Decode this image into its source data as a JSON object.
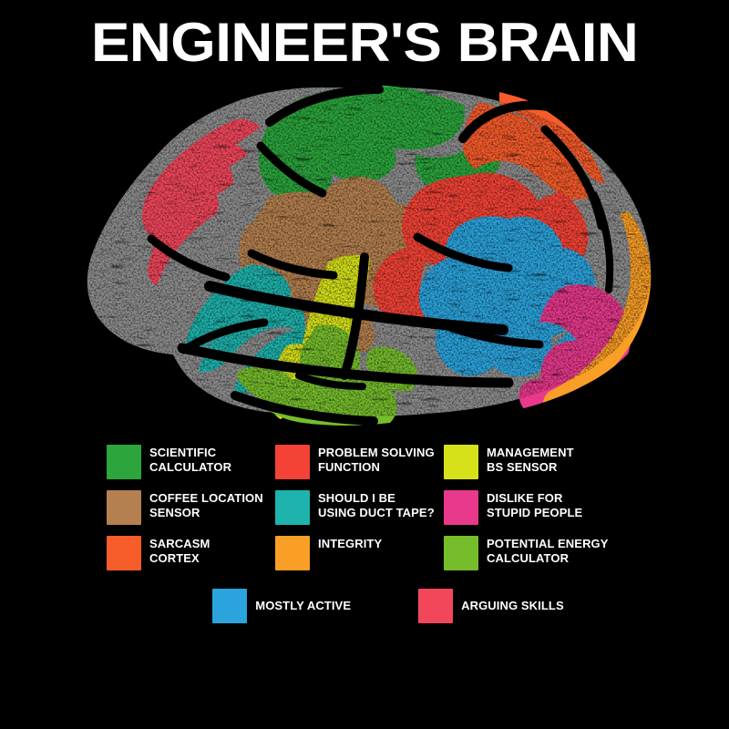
{
  "header": {
    "title": "ENGINEER'S BRAIN"
  },
  "colors": {
    "background": "#000000",
    "title": "#ffffff",
    "outline": "#000000",
    "inactive_gray": "#8c8c8c",
    "scientific_calculator_green": "#2BA53C",
    "problem_solving_red": "#F44336",
    "management_bs_yellow": "#D6E119",
    "coffee_brown": "#B5804F",
    "duct_tape_teal": "#1FB3AD",
    "dislike_pink": "#E8398C",
    "sarcasm_orange": "#F75C2B",
    "integrity_orange": "#F99E26",
    "potential_energy_green": "#76BD2C",
    "mostly_active_blue": "#2BA3DC",
    "arguing_skills_red": "#F2475B"
  },
  "brain": {
    "alt": "distressed illustration of a human brain in profile with colour-coded lobes",
    "regions": [
      {
        "name": "scientific-calculator",
        "color": "#2BA53C",
        "label": "SCIENTIFIC CALCULATOR",
        "location": "superior frontal / top"
      },
      {
        "name": "sarcasm-cortex",
        "color": "#F75C2B",
        "label": "SARCASM CORTEX",
        "location": "top posterior crown"
      },
      {
        "name": "problem-solving-function",
        "color": "#F44336",
        "label": "PROBLEM SOLVING FUNCTION",
        "location": "parietal"
      },
      {
        "name": "mostly-active",
        "color": "#2BA3DC",
        "label": "MOSTLY ACTIVE",
        "location": "occipital-parietal core"
      },
      {
        "name": "dislike-for-stupid-people",
        "color": "#E8398C",
        "label": "DISLIKE FOR STUPID PEOPLE",
        "location": "occipital"
      },
      {
        "name": "integrity",
        "color": "#F99E26",
        "label": "INTEGRITY",
        "location": "thin posterior rim"
      },
      {
        "name": "coffee-location-sensor",
        "color": "#B5804F",
        "label": "COFFEE LOCATION SENSOR",
        "location": "anterior frontal"
      },
      {
        "name": "arguing-skills",
        "color": "#F2475B",
        "label": "ARGUING SKILLS",
        "location": "anterior frontal pole strips"
      },
      {
        "name": "should-i-be-using-duct-tape",
        "color": "#1FB3AD",
        "label": "SHOULD I BE USING DUCT TAPE?",
        "location": "inferior frontal"
      },
      {
        "name": "management-bs-sensor",
        "color": "#D6E119",
        "label": "MANAGEMENT BS SENSOR",
        "location": "anterior temporal"
      },
      {
        "name": "potential-energy-calculator",
        "color": "#76BD2C",
        "label": "POTENTIAL ENERGY CALCULATOR",
        "location": "temporal lobe"
      },
      {
        "name": "inactive",
        "color": "#8c8c8c",
        "label": "",
        "location": "remaining gyri"
      }
    ]
  },
  "legend": {
    "rows": [
      [
        {
          "name": "scientific-calculator",
          "label": "SCIENTIFIC\nCALCULATOR",
          "color": "#2BA53C"
        },
        {
          "name": "problem-solving-function",
          "label": "PROBLEM SOLVING\nFUNCTION",
          "color": "#F44336"
        },
        {
          "name": "management-bs-sensor",
          "label": "MANAGEMENT\nBS SENSOR",
          "color": "#D6E119"
        }
      ],
      [
        {
          "name": "coffee-location-sensor",
          "label": "COFFEE LOCATION\nSENSOR",
          "color": "#B5804F"
        },
        {
          "name": "should-i-be-using-duct-tape",
          "label": "SHOULD I BE\nUSING DUCT TAPE?",
          "color": "#1FB3AD"
        },
        {
          "name": "dislike-for-stupid-people",
          "label": "DISLIKE FOR\nSTUPID PEOPLE",
          "color": "#E8398C"
        }
      ],
      [
        {
          "name": "sarcasm-cortex",
          "label": "SARCASM\nCORTEX",
          "color": "#F75C2B"
        },
        {
          "name": "integrity",
          "label": "INTEGRITY",
          "color": "#F99E26"
        },
        {
          "name": "potential-energy-calculator",
          "label": "POTENTIAL ENERGY\nCALCULATOR",
          "color": "#76BD2C"
        }
      ]
    ],
    "bottom_row": [
      {
        "name": "mostly-active",
        "label": "MOSTLY ACTIVE",
        "color": "#2BA3DC"
      },
      {
        "name": "arguing-skills",
        "label": "ARGUING SKILLS",
        "color": "#F2475B"
      }
    ]
  }
}
